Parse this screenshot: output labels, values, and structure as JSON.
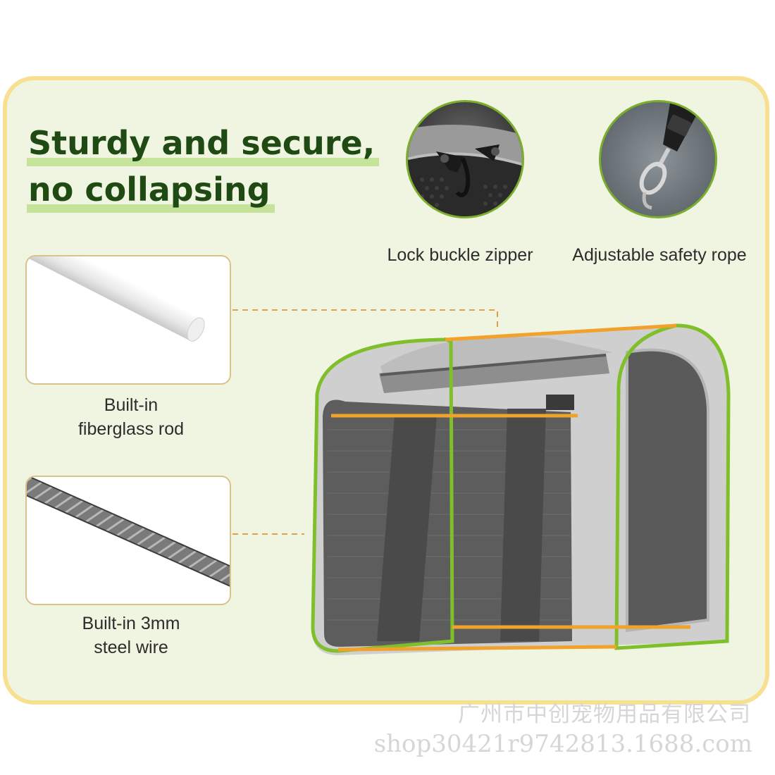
{
  "headline": {
    "line1": "Sturdy and secure,",
    "line2": "no collapsing"
  },
  "features": {
    "zipper_caption": "Lock buckle zipper",
    "rope_caption": "Adjustable safety rope",
    "rod_caption_line1": "Built-in",
    "rod_caption_line2": "fiberglass rod",
    "wire_caption_line1": "Built-in 3mm",
    "wire_caption_line2": "steel wire"
  },
  "watermark": {
    "company": "广州市中创宠物用品有限公司",
    "url": "shop30421r9742813.1688.com"
  },
  "colors": {
    "frame_border": "#f7e190",
    "panel_bg": "#f0f5e2",
    "headline_text": "#1f4a14",
    "highlight": "#c5e39a",
    "green_outline": "#7fbf2a",
    "orange_outline": "#f2a22c"
  }
}
